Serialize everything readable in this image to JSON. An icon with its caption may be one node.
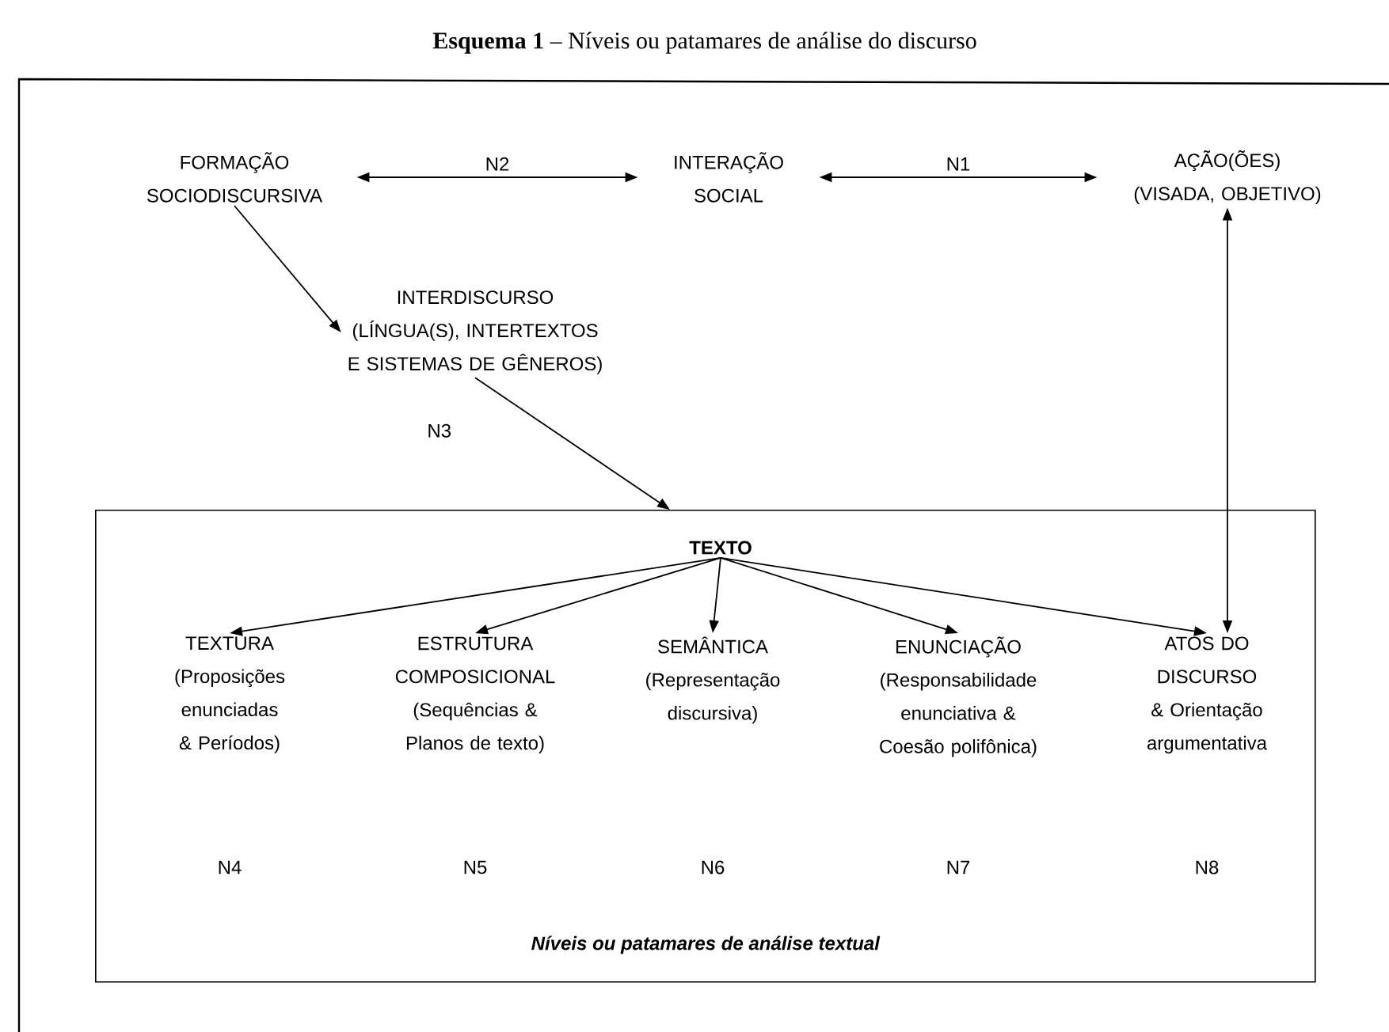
{
  "diagram": {
    "title": "**Esquema 1** – Níveis ou patamares de análise do discurso",
    "nodes": [
      {
        "text": [
          "FORMAÇÃO SOCIODISCURSIVA"
        ]
      },
      {
        "text": [
          "INTERAÇÃO SOCIAL"
        ]
      },
      {
        "text": [
          "AÇÃO(ÕES) (VISADA, OBJETIVO)"
        ]
      },
      {
        "text": [
          "INTERDISCURSO (LÍNGUA(S), INTERTEXTOS E SISTEMAS DE GÊNEROS)"
        ]
      },
      {
        "text": [
          "Níveis ou patamares de análise textual"
        ]
      },
      {
        "text": [
          "TEXTO"
        ],
        "in": 4
      },
      {
        "text": [
          "TEXTURA",
          "(Proposições enunciadas & Períodos)"
        ],
        "in": 4,
        "beside": [
          "N4"
        ]
      },
      {
        "text": [
          "ESTRUTURA COMPOSICIONAL",
          "(Sequências & Planos de texto)"
        ],
        "in": 4,
        "beside": [
          "N5"
        ]
      },
      {
        "text": [
          "SEMÂNTICA",
          "(Representação discursiva)"
        ],
        "in": 4,
        "beside": [
          "N6"
        ]
      },
      {
        "text": [
          "ENUNCIAÇÃO",
          "(Responsabilidade enunciativa & Coesão polifônica)"
        ],
        "in": 4,
        "beside": [
          "N7"
        ]
      },
      {
        "text": [
          "ATOS DO DISCURSO & Orientação argumentativa"
        ],
        "in": 4,
        "beside": [
          "N8"
        ]
      }
    ],
    "edges": [
      {
        "from": 0,
        "to": 1,
        "arrow": "both",
        "label": "N2"
      },
      {
        "from": 1,
        "to": 2,
        "arrow": "both",
        "label": "N1"
      },
      {
        "from": 0,
        "to": 3,
        "arrow": "to"
      },
      {
        "from": 3,
        "to": 4,
        "arrow": "to",
        "label": "N3"
      },
      {
        "from": 5,
        "to": 6,
        "arrow": "to"
      },
      {
        "from": 5,
        "to": 7,
        "arrow": "to"
      },
      {
        "from": 5,
        "to": 8,
        "arrow": "to"
      },
      {
        "from": 5,
        "to": 9,
        "arrow": "to"
      },
      {
        "from": 5,
        "to": 10,
        "arrow": "to"
      },
      {
        "from": 2,
        "to": 10,
        "arrow": "both"
      }
    ]
  }
}
